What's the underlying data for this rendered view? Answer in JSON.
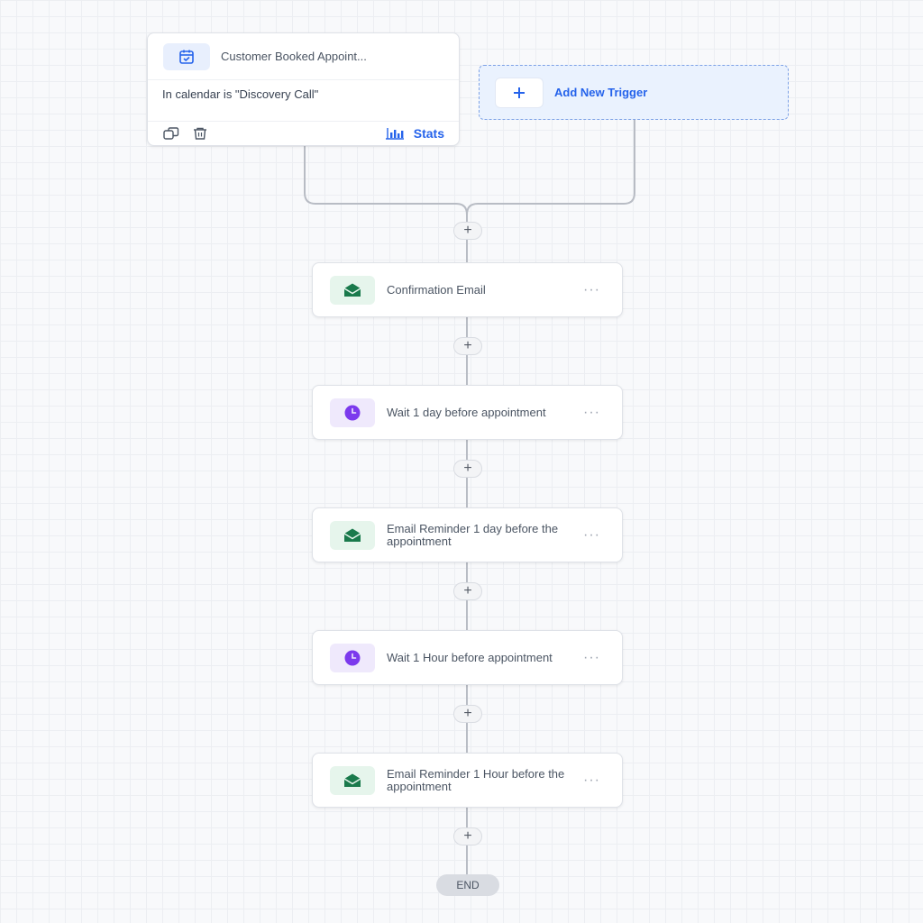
{
  "trigger": {
    "title": "Customer Booked Appoint...",
    "condition": "In calendar is \"Discovery Call\"",
    "stats_label": "Stats",
    "icon": "calendar-check-icon",
    "accent": "#2563eb"
  },
  "add_trigger": {
    "label": "Add New Trigger",
    "icon": "plus-icon"
  },
  "add_step": {
    "symbol": "+"
  },
  "actions": [
    {
      "type": "email",
      "icon": "mail-open-icon",
      "label": "Confirmation Email",
      "more": "···"
    },
    {
      "type": "wait",
      "icon": "clock-icon",
      "label": "Wait 1 day before appointment",
      "more": "···"
    },
    {
      "type": "email",
      "icon": "mail-open-icon",
      "label": "Email Reminder 1 day before the appointment",
      "more": "···"
    },
    {
      "type": "wait",
      "icon": "clock-icon",
      "label": "Wait 1 Hour before appointment",
      "more": "···"
    },
    {
      "type": "email",
      "icon": "mail-open-icon",
      "label": "Email Reminder 1 Hour before the appointment",
      "more": "···"
    }
  ],
  "end_label": "END",
  "colors": {
    "email_icon": "#1a7a4c",
    "wait_icon": "#7c3aed",
    "link_blue": "#2563eb",
    "connector": "#b8bcc4"
  }
}
